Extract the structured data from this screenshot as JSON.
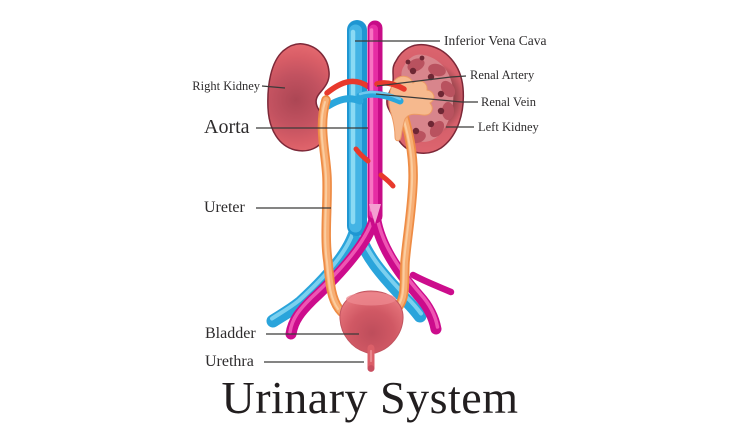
{
  "diagram": {
    "title": "Urinary System",
    "labels": {
      "right_kidney": "Right Kidney",
      "aorta": "Aorta",
      "ureter": "Ureter",
      "bladder": "Bladder",
      "urethra": "Urethra",
      "inferior_vena_cava": "Inferior Vena Cava",
      "renal_artery": "Renal Artery",
      "renal_vein": "Renal Vein",
      "left_kidney": "Left Kidney"
    },
    "colors": {
      "background": "#FFFFFF",
      "label_text": "#2E2C2D",
      "title_text": "#221E1F",
      "vena_cava_blue": "#29A4DB",
      "aorta_magenta": "#CC0C8C",
      "ureter_orange": "#F2A263",
      "renal_artery_red": "#E8392C",
      "kidney_red": "#DF616A",
      "kidney_outline": "#7C2838",
      "renal_pelvis_peach": "#F6B98E",
      "bladder_red": "#DD6069",
      "leader_line": "#3B3A39"
    }
  }
}
